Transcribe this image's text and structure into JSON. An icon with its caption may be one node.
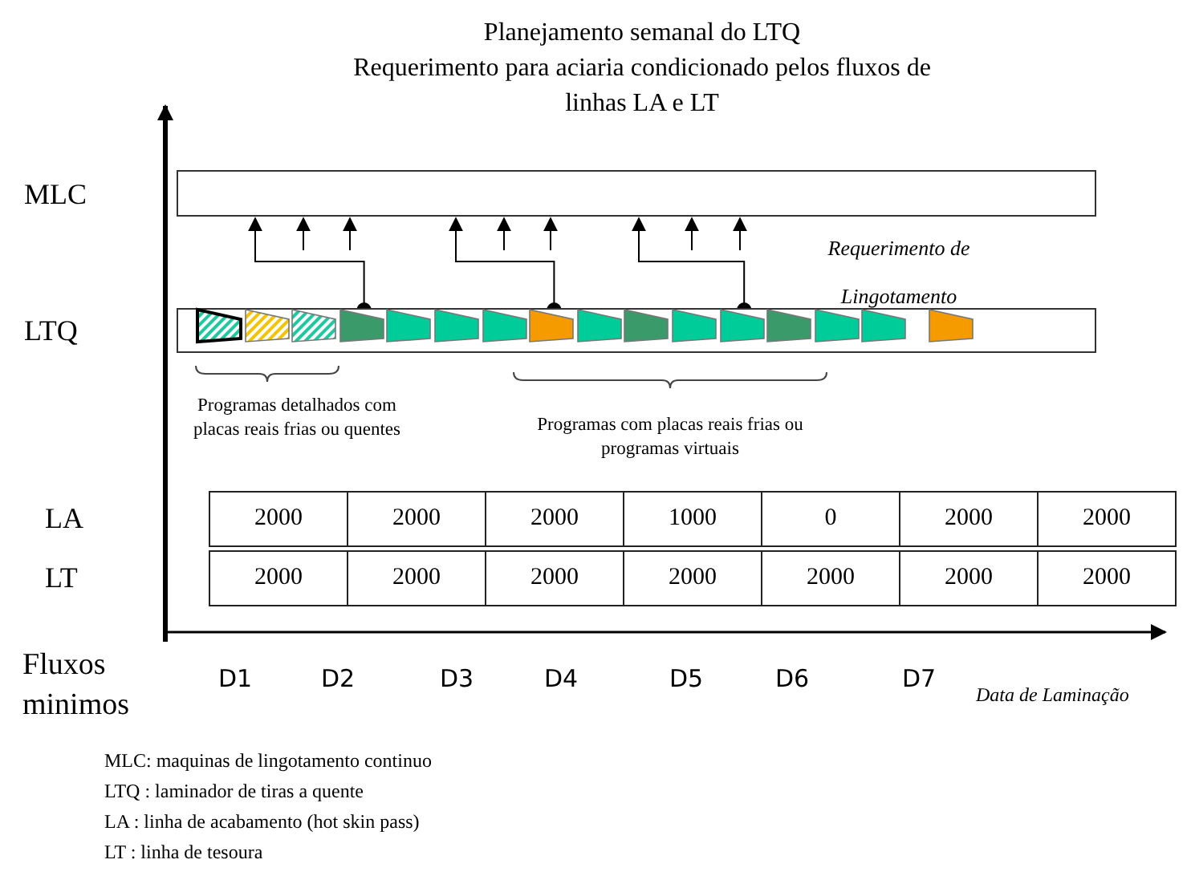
{
  "diagram": {
    "title": "Planejamento semanal do LTQ",
    "nodes": [
      {
        "text": [
          "MLC"
        ]
      },
      {
        "text": [
          "LTQ"
        ]
      },
      {
        "text": [],
        "shape": "trapezoid",
        "in": 1
      },
      {
        "text": [],
        "shape": "trapezoid",
        "in": 1
      },
      {
        "text": [],
        "shape": "trapezoid",
        "in": 1
      },
      {
        "text": [],
        "shape": "trapezoid",
        "in": 1
      },
      {
        "text": [],
        "shape": "trapezoid",
        "in": 1
      },
      {
        "text": [],
        "shape": "trapezoid",
        "in": 1
      },
      {
        "text": [],
        "shape": "trapezoid",
        "in": 1
      },
      {
        "text": [],
        "shape": "trapezoid",
        "in": 1
      },
      {
        "text": [],
        "shape": "trapezoid",
        "in": 1
      },
      {
        "text": [],
        "shape": "trapezoid",
        "in": 1
      },
      {
        "text": [],
        "shape": "trapezoid",
        "in": 1
      },
      {
        "text": [],
        "shape": "trapezoid",
        "in": 1
      },
      {
        "text": [],
        "shape": "trapezoid",
        "in": 1
      },
      {
        "text": [],
        "shape": "trapezoid",
        "in": 1
      },
      {
        "text": [],
        "shape": "trapezoid",
        "in": 1
      },
      {
        "text": [],
        "shape": "trapezoid",
        "in": 1
      }
    ],
    "edges": [
      {
        "from": 5,
        "to": 0,
        "arrow": "to"
      },
      {
        "from": null,
        "to": 0,
        "arrow": "to"
      },
      {
        "from": null,
        "to": 0,
        "arrow": "to"
      },
      {
        "from": 9,
        "to": 0,
        "arrow": "to"
      },
      {
        "from": null,
        "to": 0,
        "arrow": "to"
      },
      {
        "from": null,
        "to": 0,
        "arrow": "to"
      },
      {
        "from": 13,
        "to": 0,
        "arrow": "to"
      },
      {
        "from": null,
        "to": 0,
        "arrow": "to"
      },
      {
        "from": null,
        "to": 0,
        "arrow": "to"
      }
    ],
    "labels": [
      "Requerimento para aciaria condicionado pelos fluxos de linhas LA e LT",
      "Requerimento de Lingotamento",
      "Programas detalhados com placas reais frias ou quentes",
      "Programas com placas reais frias ou programas virtuais",
      "LA",
      "2000",
      "2000",
      "2000",
      "1000",
      "0",
      "2000",
      "2000",
      "LT",
      "2000",
      "2000",
      "2000",
      "2000",
      "2000",
      "2000",
      "2000",
      "Fluxos minimos",
      "D1",
      "D2",
      "D3",
      "D4",
      "D5",
      "D6",
      "D7",
      "Data de Laminação",
      "MLC: maquinas de lingotamento continuo",
      "LTQ : laminador de tiras a quente",
      "LA : linha de acabamento (hot skin pass)",
      "LT : linha de tesoura"
    ]
  }
}
